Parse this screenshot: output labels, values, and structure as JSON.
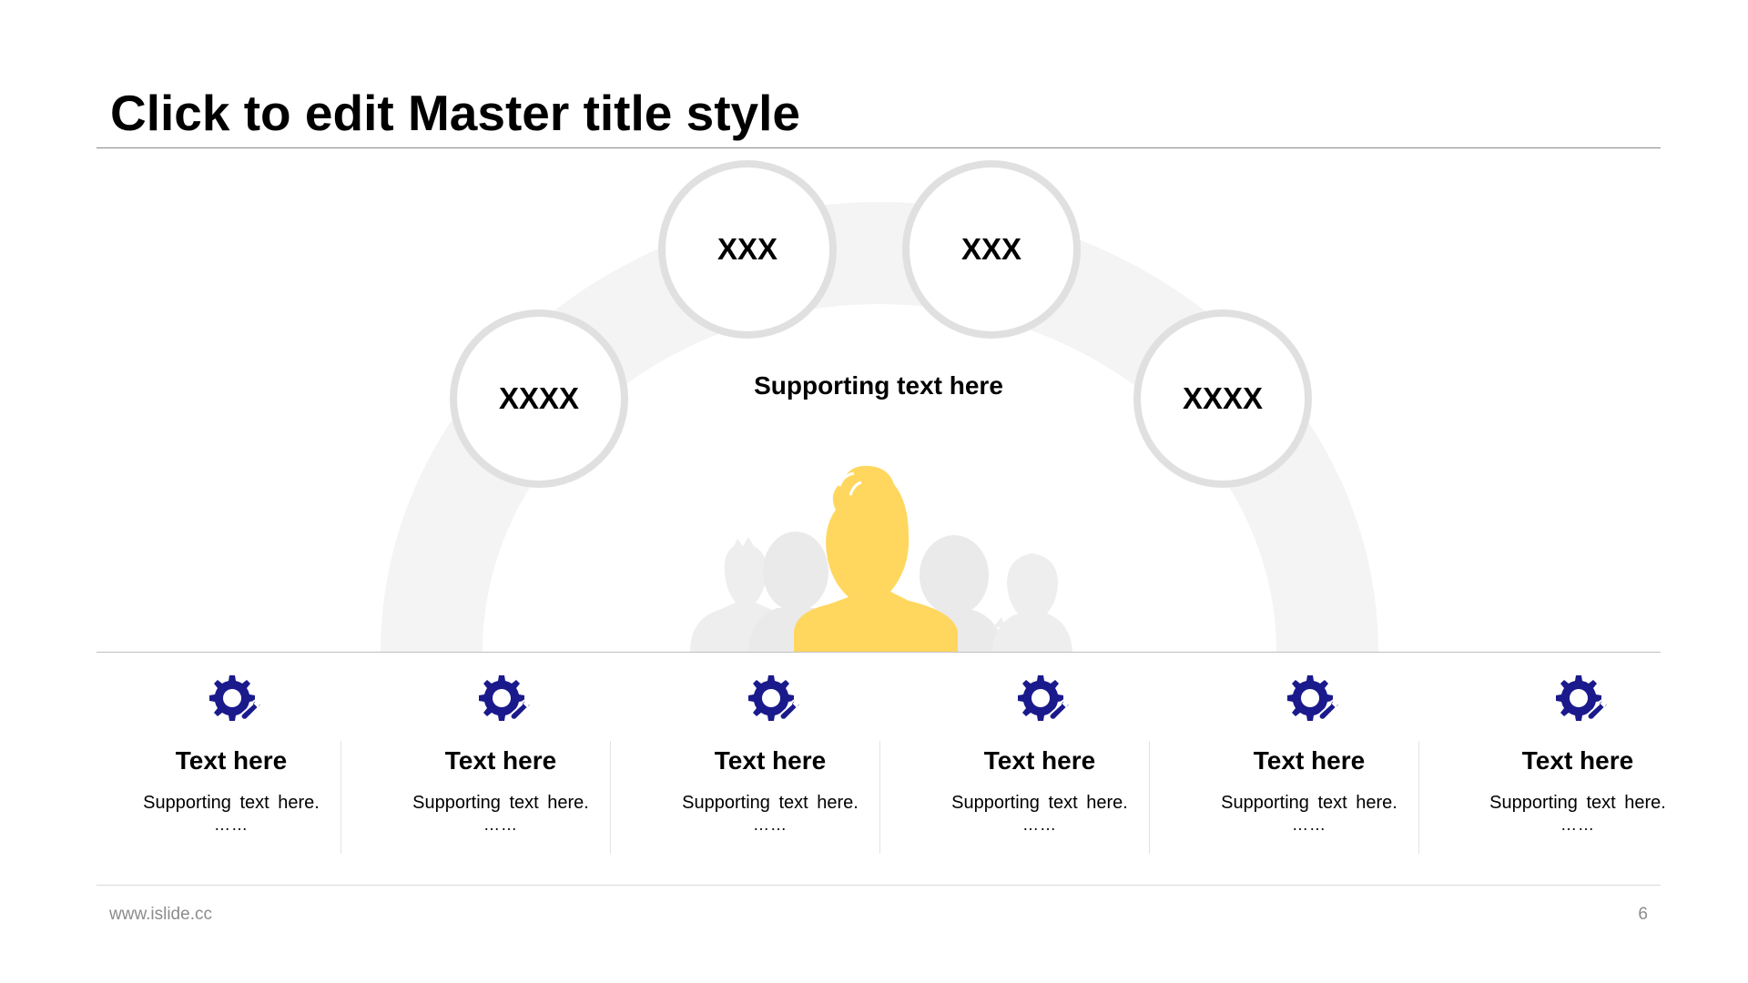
{
  "slide": {
    "title": "Click to edit Master title style",
    "center_text": "Supporting text here",
    "circles": [
      {
        "label": "XXXX"
      },
      {
        "label": "XXX"
      },
      {
        "label": "XXX"
      },
      {
        "label": "XXXX"
      }
    ],
    "columns": [
      {
        "icon": "gear-wrench-icon",
        "title": "Text here",
        "text": "Supporting text here.",
        "more": "……"
      },
      {
        "icon": "gear-wrench-icon",
        "title": "Text here",
        "text": "Supporting text here.",
        "more": "……"
      },
      {
        "icon": "gear-wrench-icon",
        "title": "Text here",
        "text": "Supporting text here.",
        "more": "……"
      },
      {
        "icon": "gear-wrench-icon",
        "title": "Text here",
        "text": "Supporting text here.",
        "more": "……"
      },
      {
        "icon": "gear-wrench-icon",
        "title": "Text here",
        "text": "Supporting text here.",
        "more": "……"
      },
      {
        "icon": "gear-wrench-icon",
        "title": "Text here",
        "text": "Supporting text here.",
        "more": "……"
      }
    ],
    "footer_url": "www.islide.cc",
    "page_number": "6"
  },
  "colors": {
    "accent_yellow": "#FFD75E",
    "icon_navy": "#1A1A8C",
    "arc_gray": "#F4F4F4",
    "circle_border": "#E0E0E0",
    "silhouette_gray": "#EEEEEE"
  }
}
